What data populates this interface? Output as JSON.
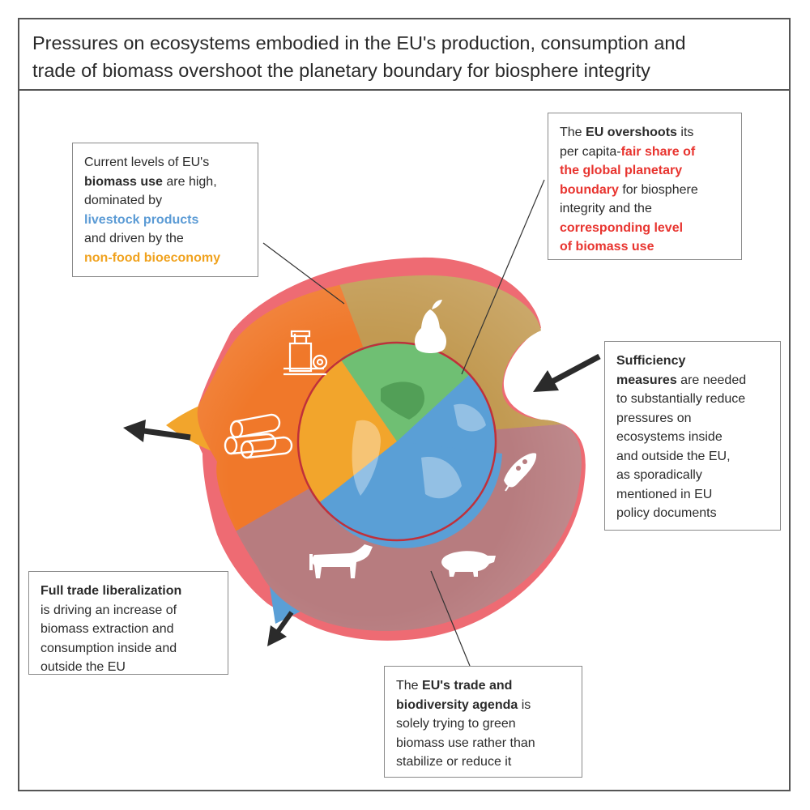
{
  "title": {
    "line1": "Pressures on ecosystems embodied in the EU's production, consumption and",
    "line2": "trade of biomass overshoot the planetary boundary for biosphere integrity"
  },
  "boxes": {
    "biomass_use": {
      "l1": "Current levels of EU's",
      "l2_bold": "biomass use",
      "l2_rest": " are high,",
      "l3": "dominated by",
      "l4_blue": "livestock products",
      "l5": "and driven by the",
      "l6_orange": "non-food bioeconomy"
    },
    "overshoot": {
      "l1_pre": "The ",
      "l1_bold": "EU overshoots",
      "l1_post": " its",
      "l2_pre": "per capita-",
      "l2_red": "fair share of",
      "l3_red": "the global planetary",
      "l4_red": "boundary",
      "l4_post": " for biosphere",
      "l5": "integrity and the",
      "l6_red": "corresponding level",
      "l7_red": "of biomass use"
    },
    "sufficiency": {
      "l1_bold": "Sufficiency",
      "l2_bold": "measures",
      "l2_post": " are needed",
      "l3": "to substantially reduce",
      "l4": "pressures on",
      "l5": "ecosystems inside",
      "l6": "and outside the EU,",
      "l7": "as sporadically",
      "l8": "mentioned in EU",
      "l9": "policy documents"
    },
    "trade_liberalization": {
      "l1_bold": "Full trade liberalization",
      "l2": "is driving an increase of",
      "l3": "biomass extraction and",
      "l4": "consumption inside and",
      "l5": "outside the EU"
    },
    "agenda": {
      "l1_pre": "The ",
      "l1_bold": "EU's trade and",
      "l2_bold": "biodiversity agenda",
      "l2_post": " is",
      "l3": "solely trying to green",
      "l4": "biomass use rather than",
      "l5": "stabilize or reduce it"
    }
  },
  "colors": {
    "outer_ring": "#ee6b73",
    "orange_sector": "#f0782a",
    "olive_sector": "#c29a52",
    "livestock_sector": "#b77c7f",
    "globe_blue": "#5a9fd6",
    "globe_green": "#6fbf73",
    "globe_orange": "#f2a52c",
    "arrow": "#2b2b2b"
  },
  "icons": [
    "pear-icon",
    "paper-mill-icon",
    "logs-icon",
    "soybean-icon",
    "cow-icon",
    "pig-icon",
    "globe-icon"
  ]
}
